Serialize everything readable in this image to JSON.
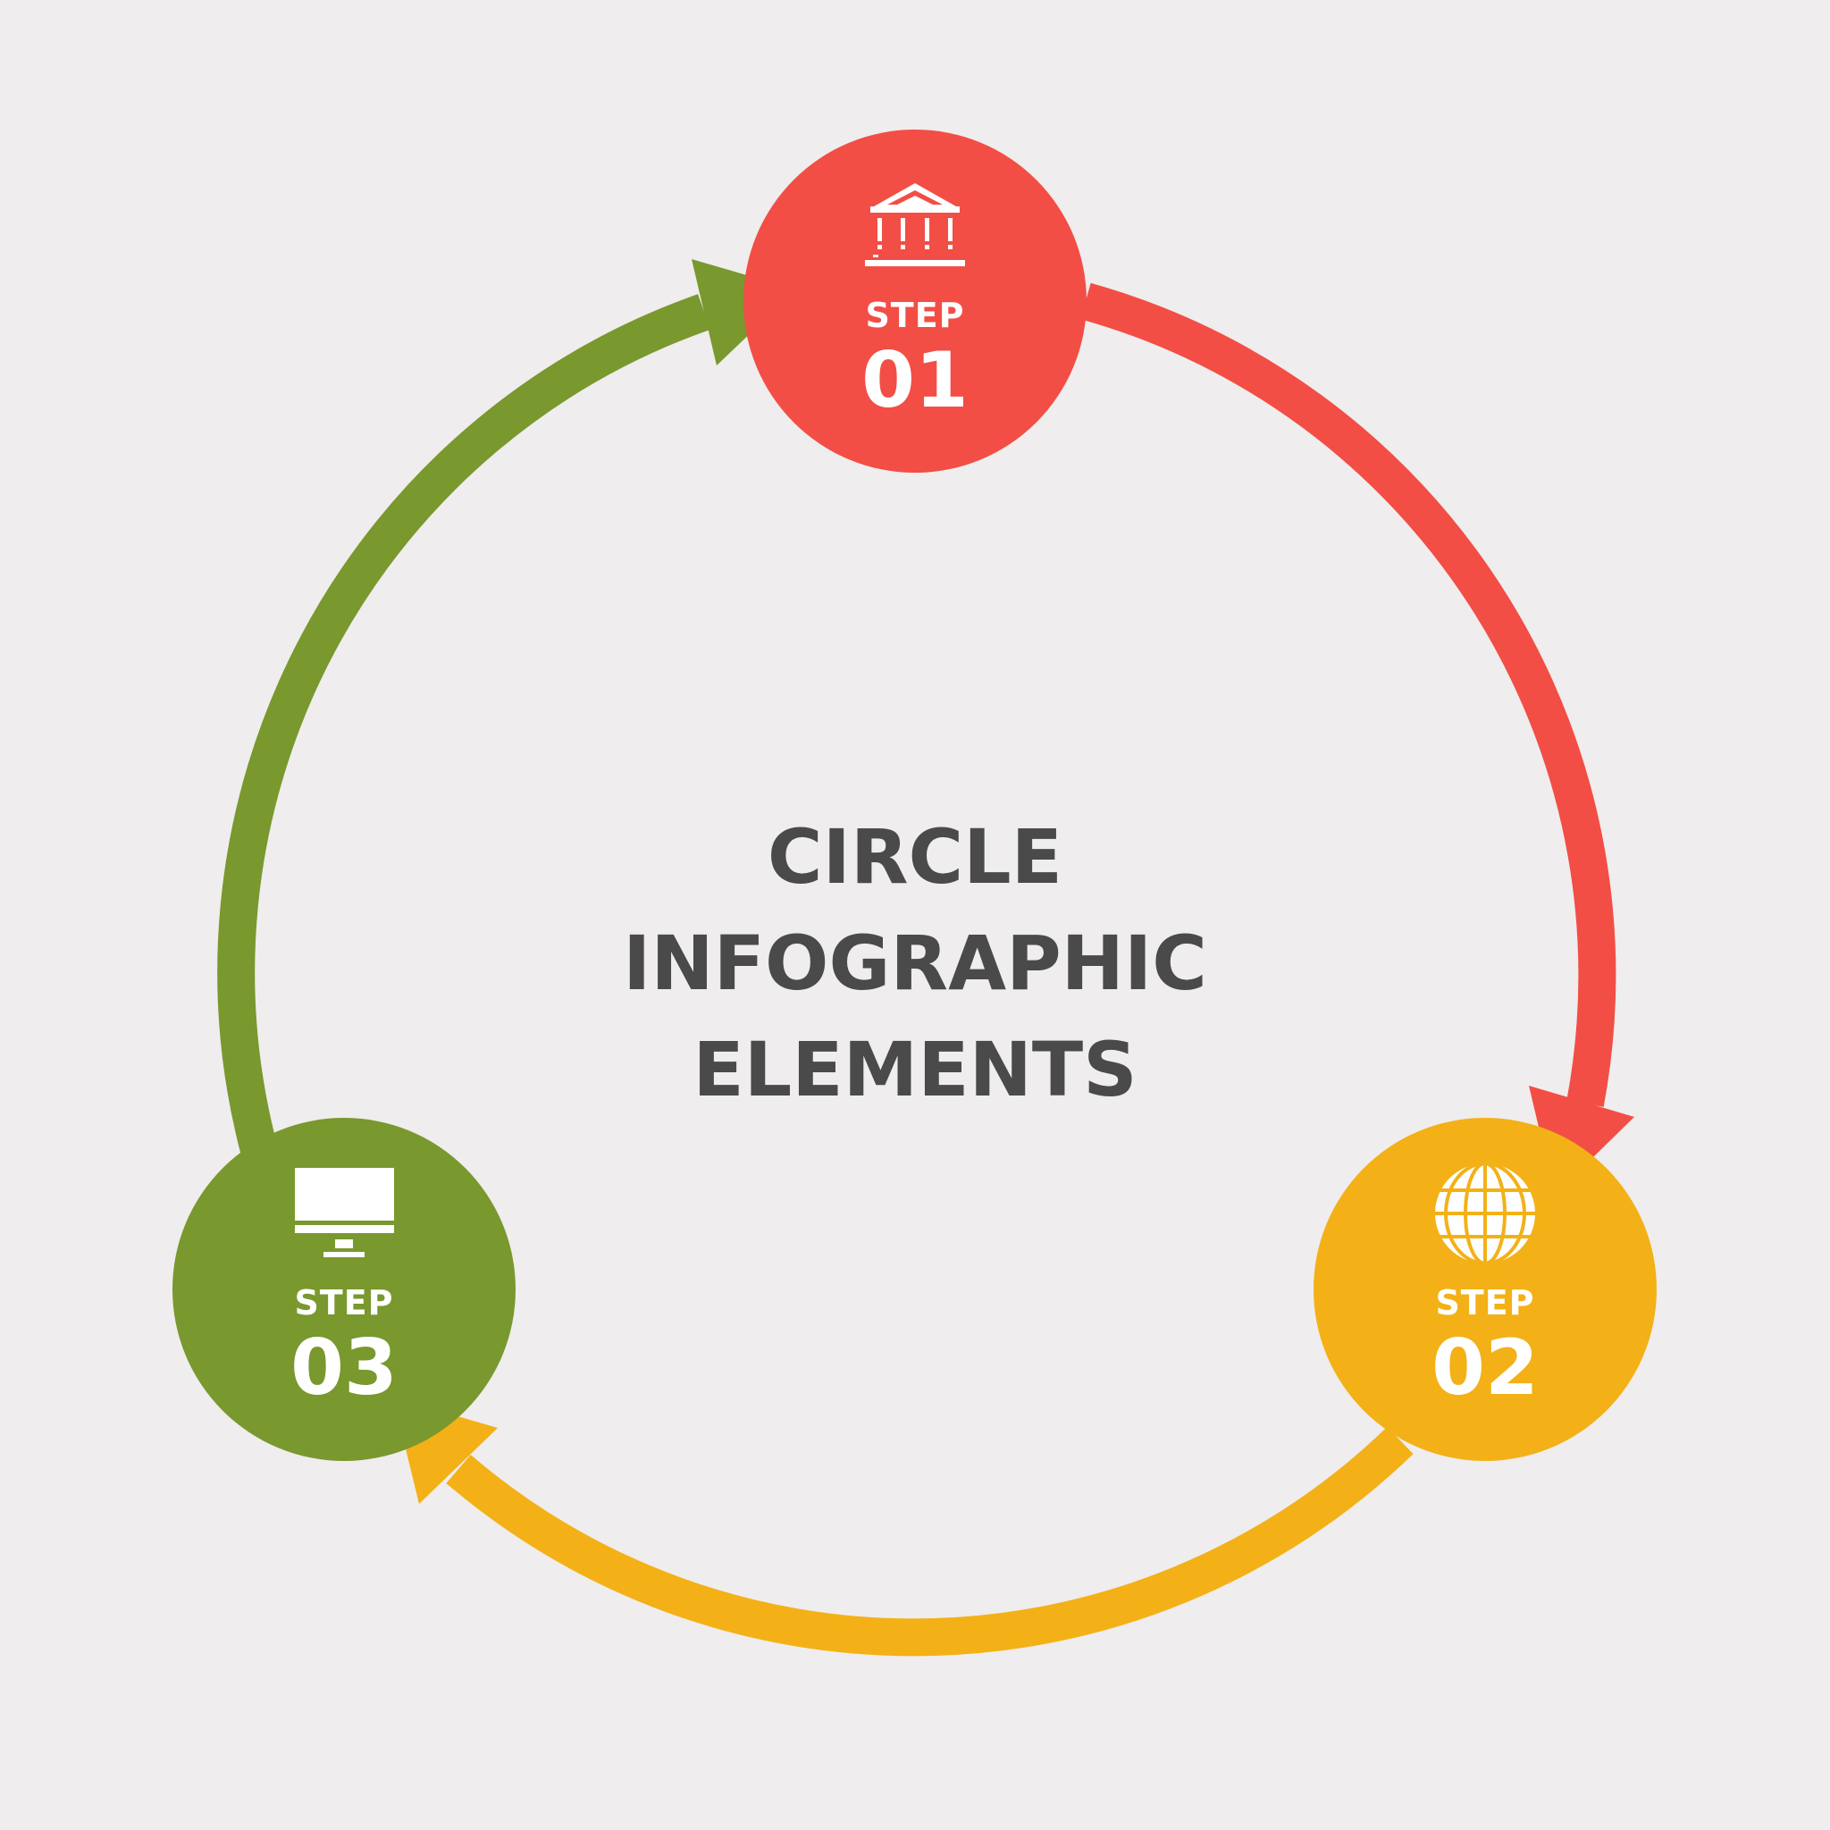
{
  "title": {
    "lines": [
      "CIRCLE",
      "INFOGRAPHIC",
      "ELEMENTS"
    ]
  },
  "steps": [
    {
      "label": "STEP",
      "number": "01",
      "icon": "bank-icon",
      "color": "#f24e45"
    },
    {
      "label": "STEP",
      "number": "02",
      "icon": "globe-icon",
      "color": "#f3b117"
    },
    {
      "label": "STEP",
      "number": "03",
      "icon": "monitor-icon",
      "color": "#79982e"
    }
  ],
  "colors": {
    "background": "#efeded",
    "title_text": "#4a4a4a"
  }
}
